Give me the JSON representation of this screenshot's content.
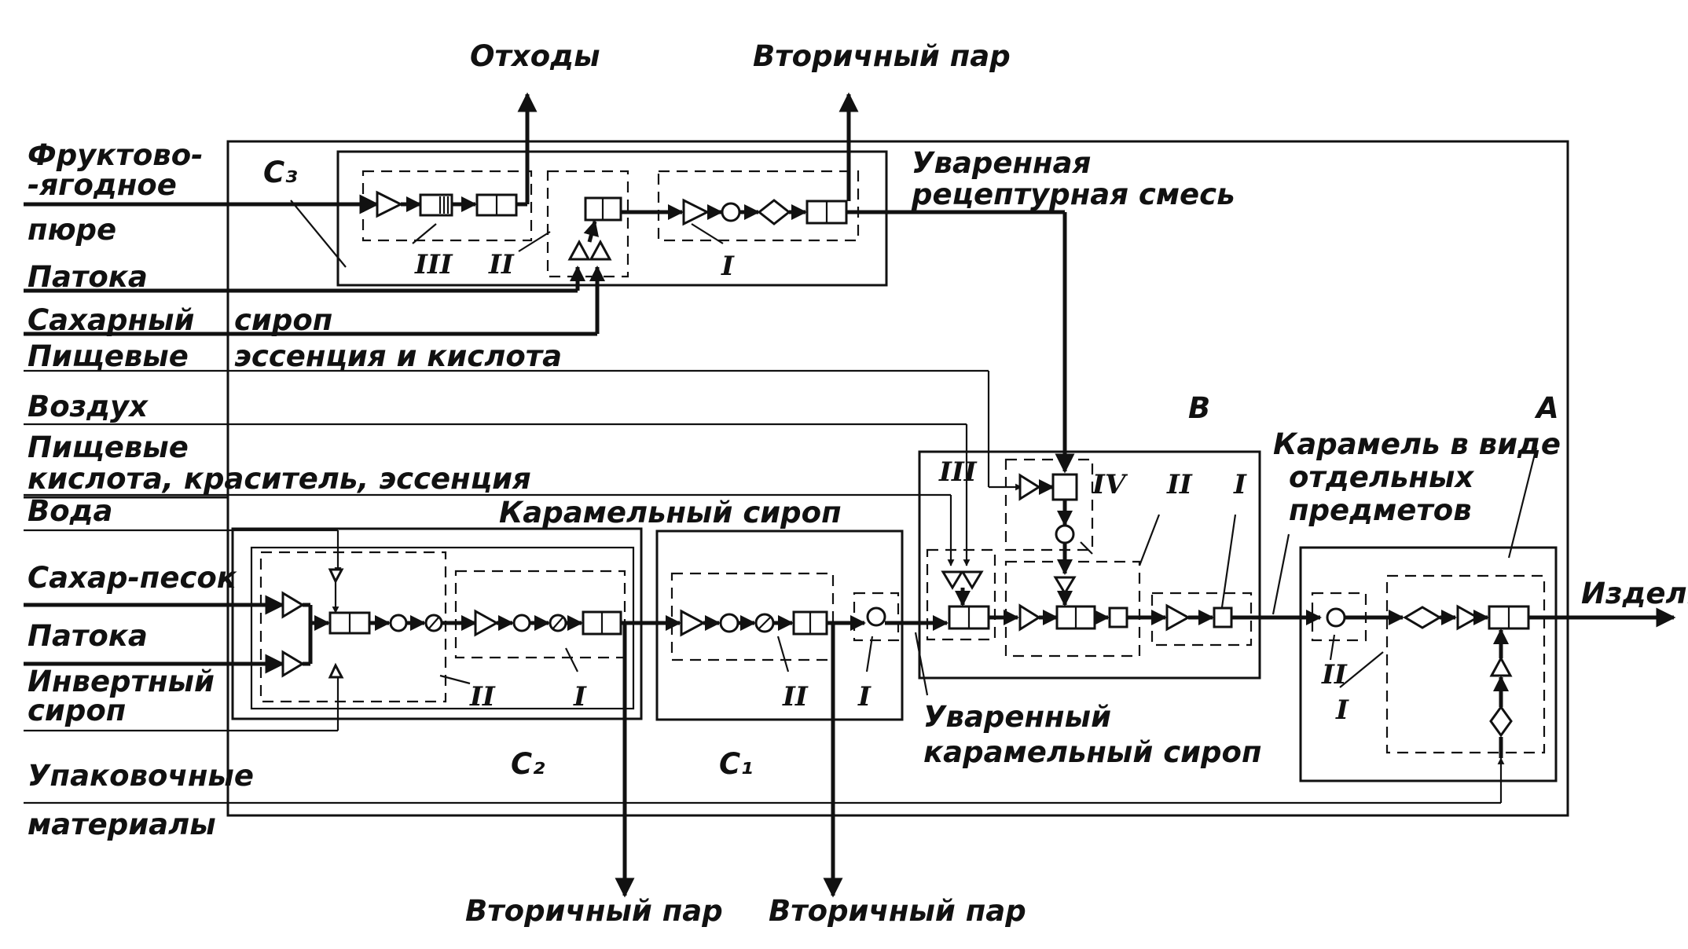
{
  "inputs": {
    "fruit_1": "Фруктово-",
    "fruit_2": "-ягодное",
    "fruit_3": "пюре",
    "molasses_top": "Патока",
    "sugar_syrup_1": "Сахарный",
    "sugar_syrup_2": "сироп",
    "food_1": "Пищевые",
    "food_2": "эссенция и кислота",
    "air": "Воздух",
    "food_b_1": "Пищевые",
    "food_b_2": "кислота, краситель, эссенция",
    "water": "Вода",
    "sugar_sand": "Сахар-песок",
    "molasses_bottom": "Патока",
    "invert_1": "Инвертный",
    "invert_2": "сироп",
    "packaging_1": "Упаковочные",
    "packaging_2": "материалы"
  },
  "outputs": {
    "waste": "Отходы",
    "steam_top": "Вторичный пар",
    "steam_c2": "Вторичный пар",
    "steam_c1": "Вторичный пар",
    "products": "Изделия"
  },
  "labels": {
    "boiled_mix_1": "Уваренная",
    "boiled_mix_2": "рецептурная смесь",
    "caramel_syrup": "Карамельный сироп",
    "boiled_syrup_1": "Уваренный",
    "boiled_syrup_2": "карамельный сироп",
    "caramel_items_1": "Карамель в виде",
    "caramel_items_2": "отдельных",
    "caramel_items_3": "предметов"
  },
  "subsystems": {
    "c3": "C₃",
    "c2": "C₂",
    "c1": "C₁",
    "b": "B",
    "a": "A"
  },
  "stages": {
    "i": "I",
    "ii": "II",
    "iii": "III",
    "iv": "IV"
  }
}
